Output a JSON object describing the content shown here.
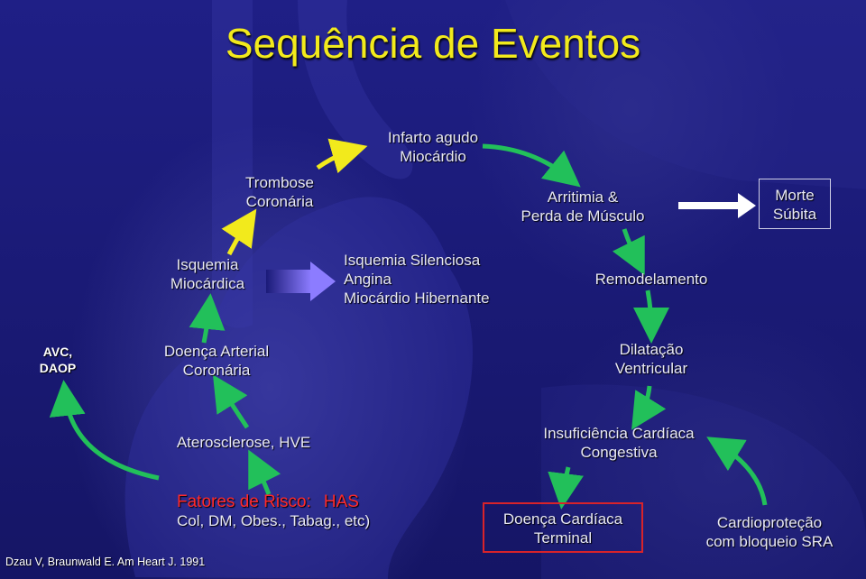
{
  "title": "Sequência de Eventos",
  "nodes": {
    "trombose": [
      "Trombose",
      "Coronária"
    ],
    "infarto": [
      "Infarto agudo",
      "Miocárdio"
    ],
    "arritimia": [
      "Arritimia &",
      "Perda de Músculo"
    ],
    "morte": [
      "Morte",
      "Súbita"
    ],
    "isquemia_miocardica": [
      "Isquemia",
      "Miocárdica"
    ],
    "isquemia_silenciosa": [
      "Isquemia Silenciosa",
      "Angina",
      "Miocárdio Hibernante"
    ],
    "remodelamento": "Remodelamento",
    "avc": [
      "AVC,",
      "DAOP"
    ],
    "doenca_arterial": [
      "Doença Arterial",
      "Coronária"
    ],
    "dilatacao": [
      "Dilatação",
      "Ventricular"
    ],
    "aterosclerose": "Aterosclerose, HVE",
    "icc": [
      "Insuficiência Cardíaca",
      "Congestiva"
    ],
    "fatores_title": "Fatores de Risco:",
    "fatores_has": "HAS",
    "fatores_line2": "Col, DM, Obes., Tabag., etc)",
    "doenca_terminal": [
      "Doença Cardíaca",
      "Terminal"
    ],
    "cardioprotecao": [
      "Cardioproteção",
      "com bloqueio SRA"
    ]
  },
  "citation": "Dzau V, Braunwald E.  Am Heart J. 1991",
  "colors": {
    "background": "#1a1a78",
    "title": "#f2ea1c",
    "arrow_green": "#22c05a",
    "arrow_yellow": "#f2ea1c",
    "risk_red": "#ff2a2a",
    "terminal_border": "#d8232a"
  }
}
